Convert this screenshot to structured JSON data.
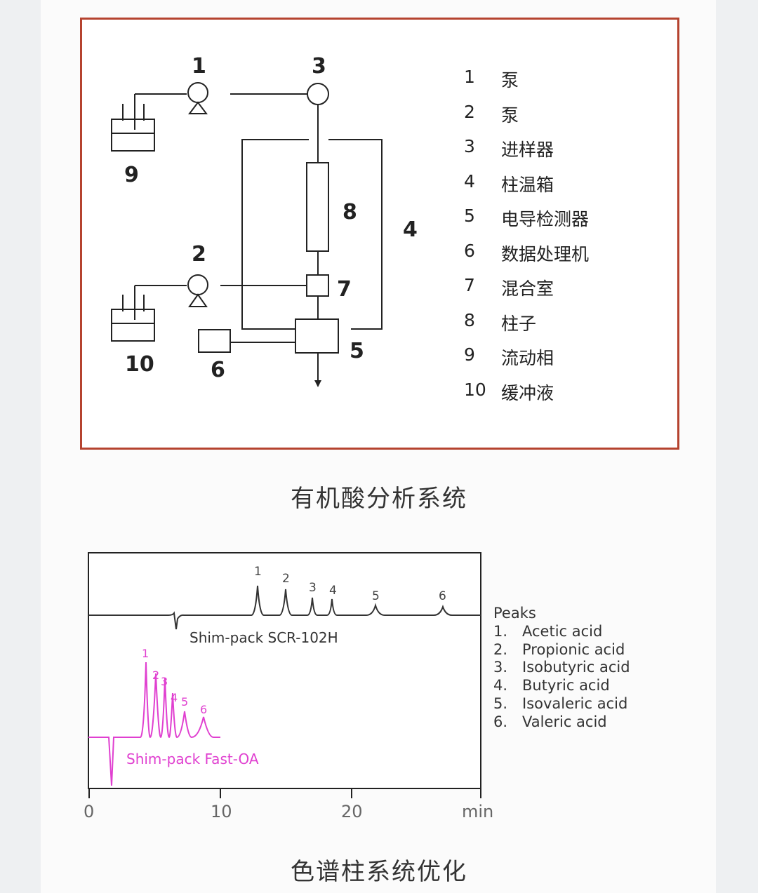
{
  "system_diagram": {
    "node_labels": [
      "1",
      "2",
      "3",
      "4",
      "5",
      "6",
      "7",
      "8",
      "9",
      "10"
    ],
    "legend": [
      {
        "num": "1",
        "text": "泵"
      },
      {
        "num": "2",
        "text": "泵"
      },
      {
        "num": "3",
        "text": "进样器"
      },
      {
        "num": "4",
        "text": "柱温箱"
      },
      {
        "num": "5",
        "text": "电导检测器"
      },
      {
        "num": "6",
        "text": "数据处理机"
      },
      {
        "num": "7",
        "text": "混合室"
      },
      {
        "num": "8",
        "text": "柱子"
      },
      {
        "num": "9",
        "text": "流动相"
      },
      {
        "num": "10",
        "text": "缓冲液"
      }
    ],
    "caption": "有机酸分析系统",
    "border_color": "#b5432f"
  },
  "chromatogram": {
    "caption": "色谱柱系统优化",
    "traces": [
      {
        "name": "Shim-pack SCR-102H",
        "color": "#333333",
        "peak_labels": [
          "1",
          "2",
          "3",
          "4",
          "5",
          "6"
        ]
      },
      {
        "name": "Shim-pack Fast-OA",
        "color": "#e040d0",
        "peak_labels": [
          "1",
          "2",
          "3",
          "4",
          "5",
          "6"
        ]
      }
    ],
    "x_ticks": [
      "0",
      "10",
      "20"
    ],
    "x_unit": "min",
    "peaks_title": "Peaks",
    "peaks": [
      {
        "num": "1.",
        "name": "Acetic acid"
      },
      {
        "num": "2.",
        "name": "Propionic acid"
      },
      {
        "num": "3.",
        "name": "Isobutyric acid"
      },
      {
        "num": "4.",
        "name": "Butyric acid"
      },
      {
        "num": "5.",
        "name": "Isovaleric acid"
      },
      {
        "num": "6.",
        "name": "Valeric acid"
      }
    ]
  }
}
